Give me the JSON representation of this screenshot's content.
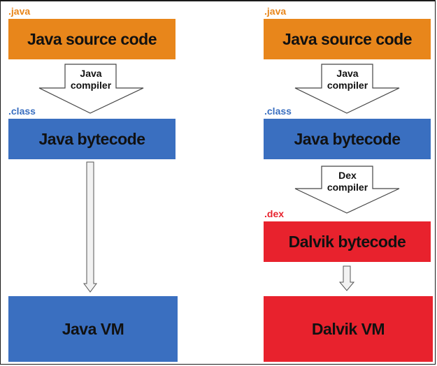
{
  "left_column": {
    "source": {
      "ext": ".java",
      "label": "Java source code"
    },
    "compiler": {
      "line1": "Java",
      "line2": "compiler"
    },
    "bytecode": {
      "ext": ".class",
      "label": "Java bytecode"
    },
    "runtime": {
      "label": "Java VM"
    }
  },
  "right_column": {
    "source": {
      "ext": ".java",
      "label": "Java source code"
    },
    "compiler": {
      "line1": "Java",
      "line2": "compiler"
    },
    "bytecode": {
      "ext": ".class",
      "label": "Java bytecode"
    },
    "dex_compiler": {
      "line1": "Dex",
      "line2": "compiler"
    },
    "dex": {
      "ext": ".dex",
      "label": "Dalvik bytecode"
    },
    "runtime": {
      "label": "Dalvik VM"
    }
  },
  "colors": {
    "java_source": "#e8861b",
    "bytecode": "#3a6fc0",
    "dalvik": "#e8222d",
    "ext_java": "#e8861b",
    "ext_class": "#3a6fc0",
    "ext_dex": "#e8222d"
  }
}
